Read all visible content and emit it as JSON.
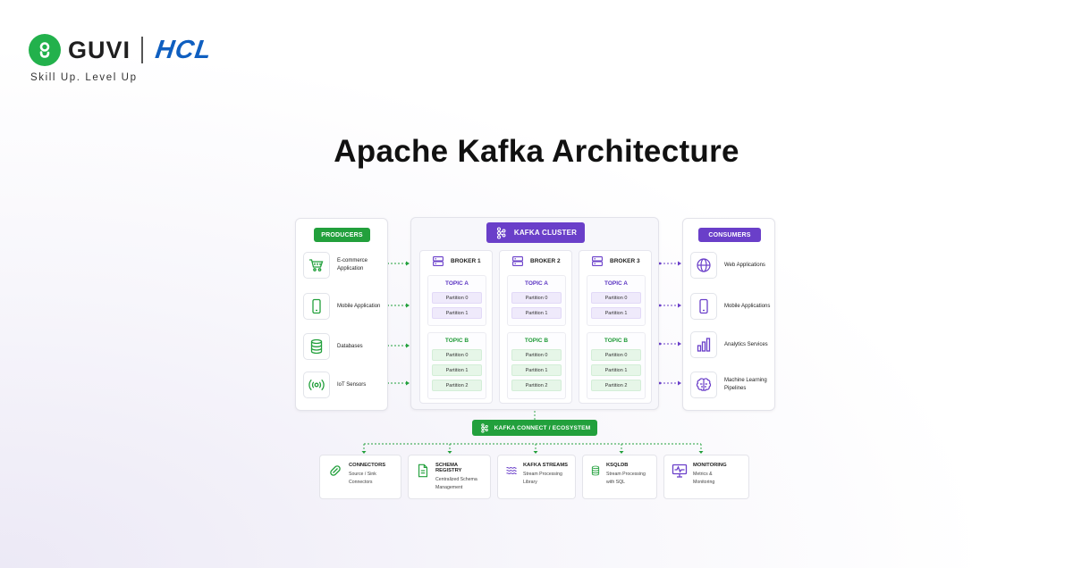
{
  "brand": {
    "guvi": "GUVI",
    "hcl": "HCL",
    "tagline": "Skill Up. Level Up"
  },
  "title": "Apache Kafka Architecture",
  "producers": {
    "label": "PRODUCERS",
    "items": [
      {
        "label": "E-commerce Application",
        "icon": "shopping-cart-icon"
      },
      {
        "label": "Mobile Application",
        "icon": "mobile-phone-icon"
      },
      {
        "label": "Databases",
        "icon": "database-icon"
      },
      {
        "label": "IoT Sensors",
        "icon": "sensor-icon"
      }
    ]
  },
  "cluster": {
    "label": "KAFKA CLUSTER",
    "brokers": [
      {
        "name": "BROKER 1",
        "topics": [
          {
            "name": "TOPIC A",
            "partitions": [
              "Partition 0",
              "Partition 1"
            ]
          },
          {
            "name": "TOPIC B",
            "partitions": [
              "Partition 0",
              "Partition 1",
              "Partition 2"
            ]
          }
        ]
      },
      {
        "name": "BROKER 2",
        "topics": [
          {
            "name": "TOPIC A",
            "partitions": [
              "Partition 0",
              "Partition 1"
            ]
          },
          {
            "name": "TOPIC B",
            "partitions": [
              "Partition 0",
              "Partition 1",
              "Partition 2"
            ]
          }
        ]
      },
      {
        "name": "BROKER 3",
        "topics": [
          {
            "name": "TOPIC A",
            "partitions": [
              "Partition 0",
              "Partition 1"
            ]
          },
          {
            "name": "TOPIC B",
            "partitions": [
              "Partition 0",
              "Partition 1",
              "Partition 2"
            ]
          }
        ]
      }
    ]
  },
  "consumers": {
    "label": "CONSUMERS",
    "items": [
      {
        "label": "Web Applications",
        "icon": "globe-icon"
      },
      {
        "label": "Mobile Applications",
        "icon": "mobile-phone-icon"
      },
      {
        "label": "Analytics Services",
        "icon": "bar-chart-icon"
      },
      {
        "label": "Machine Learning Pipelines",
        "icon": "brain-icon"
      }
    ]
  },
  "ecosystem": {
    "label": "KAFKA CONNECT / ECOSYSTEM",
    "items": [
      {
        "title": "CONNECTORS",
        "desc": "Source / Sink Connectors",
        "icon": "plug-icon"
      },
      {
        "title": "SCHEMA REGISTRY",
        "desc": "Centralized Schema Management",
        "icon": "document-icon"
      },
      {
        "title": "KAFKA STREAMS",
        "desc": "Stream Processing Library",
        "icon": "waves-icon"
      },
      {
        "title": "KSQLDB",
        "desc": "Stream Processing with SQL",
        "icon": "database-icon"
      },
      {
        "title": "MONITORING",
        "desc": "Metrics & Monitoring",
        "icon": "monitor-icon"
      }
    ]
  },
  "colors": {
    "green": "#22a03c",
    "purple": "#6a3fc9",
    "guvi_green": "#22b14c",
    "hcl_blue": "#0f5fc0"
  }
}
